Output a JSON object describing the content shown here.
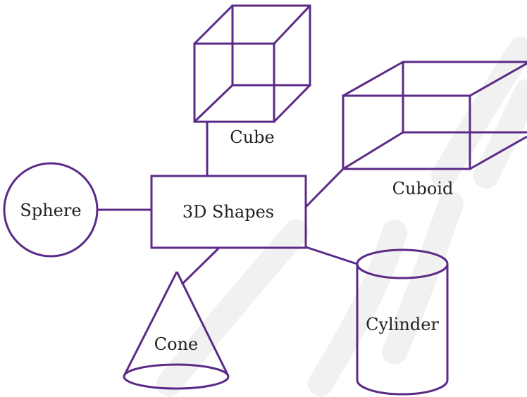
{
  "diagram": {
    "center_label": "3D Shapes",
    "shapes": {
      "cube": "Cube",
      "cuboid": "Cuboid",
      "sphere": "Sphere",
      "cylinder": "Cylinder",
      "cone": "Cone"
    }
  },
  "colors": {
    "stroke": "#5b2a86",
    "text": "#222222",
    "watermark": "#f1f1f1",
    "background": "#ffffff"
  }
}
